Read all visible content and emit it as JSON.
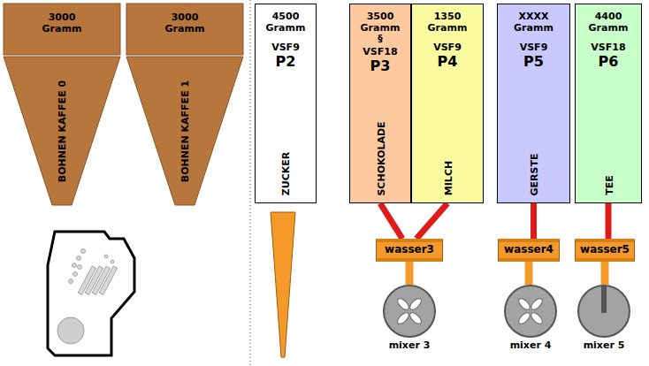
{
  "diagram": {
    "nodes": [
      {
        "text": [
          "3000 Gramm",
          "BOHNEN KAFFEE 0"
        ]
      },
      {
        "text": [
          "3000 Gramm",
          "BOHNEN KAFFEE 1"
        ]
      },
      {
        "text": [
          "4500 Gramm",
          "VSF9",
          "P2",
          "ZUCKER"
        ]
      },
      {
        "text": [
          "3500 Gramm",
          "§",
          "VSF18",
          "P3",
          "SCHOKOLADE"
        ]
      },
      {
        "text": [
          "1350 Gramm",
          "VSF9",
          "P4",
          "MILCH"
        ]
      },
      {
        "text": [
          "XXXX Gramm",
          "VSF9",
          "P5",
          "GERSTE"
        ]
      },
      {
        "text": [
          "4400 Gramm",
          "VSF18",
          "P6",
          "TEE"
        ]
      },
      {
        "text": [
          "wasser3"
        ]
      },
      {
        "text": [
          "wasser4"
        ]
      },
      {
        "text": [
          "wasser5"
        ]
      },
      {
        "text": [
          "mixer 3"
        ]
      },
      {
        "text": [
          "mixer 4"
        ]
      },
      {
        "text": [
          "mixer 5"
        ]
      }
    ],
    "edges": [
      {
        "from": 3,
        "to": 7,
        "arrow": "none"
      },
      {
        "from": 4,
        "to": 7,
        "arrow": "none"
      },
      {
        "from": 5,
        "to": 8,
        "arrow": "none"
      },
      {
        "from": 6,
        "to": 9,
        "arrow": "none"
      },
      {
        "from": 7,
        "to": 10,
        "arrow": "none"
      },
      {
        "from": 8,
        "to": 11,
        "arrow": "none"
      },
      {
        "from": 9,
        "to": 12,
        "arrow": "none"
      }
    ]
  }
}
